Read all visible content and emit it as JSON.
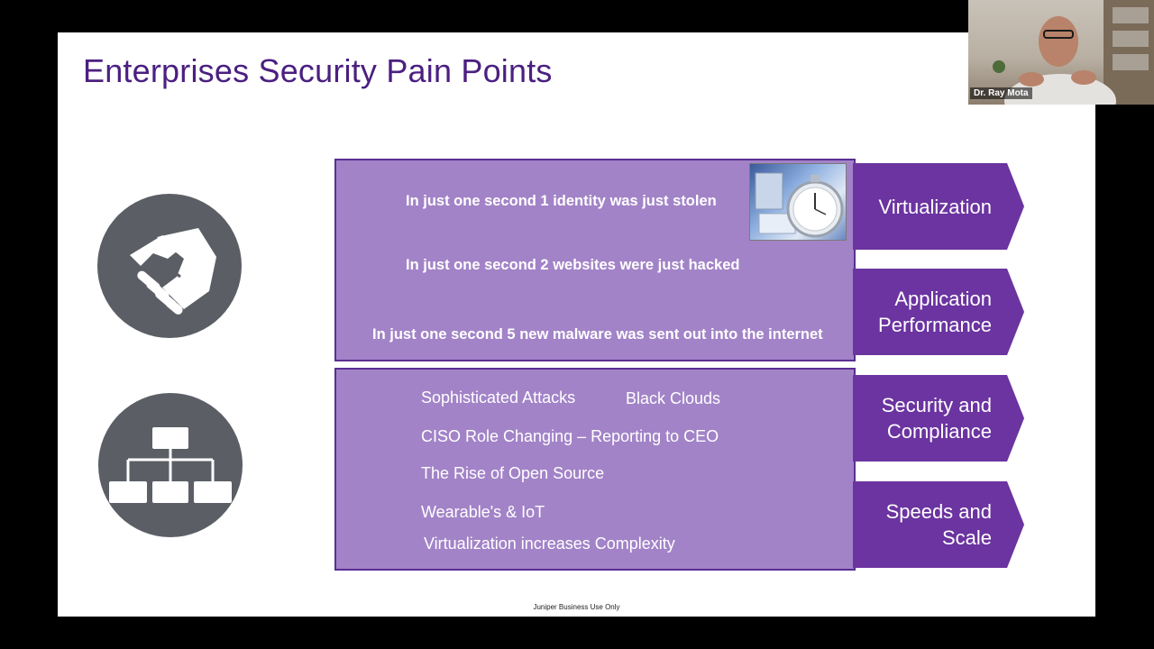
{
  "slide": {
    "title": "Enterprises Security Pain Points",
    "footer": "Juniper Business Use Only",
    "icons": {
      "top": "handshake-icon",
      "bottom": "org-chart-icon"
    },
    "top_box": {
      "lines": [
        "In just one second 1 identity was just stolen",
        "In just one second 2 websites were just hacked",
        "In just one second 5 new malware was sent out into the internet"
      ],
      "thumbnail": "stopwatch-image"
    },
    "bottom_box": {
      "items": [
        "Sophisticated Attacks",
        "Black Clouds",
        "CISO Role Changing – Reporting to CEO",
        "The Rise of Open Source",
        "Wearable's & IoT",
        "Virtualization increases Complexity"
      ]
    },
    "chevrons": [
      "Virtualization",
      "Application\nPerformance",
      "Security and\nCompliance",
      "Speeds and\nScale"
    ]
  },
  "webcam": {
    "name": "Dr. Ray Mota"
  },
  "colors": {
    "title": "#4b1f80",
    "box_fill": "#a283c7",
    "box_border": "#5a2e92",
    "chevron": "#6b34a0",
    "icon_circle": "#5b5f65",
    "background": "#000000"
  }
}
